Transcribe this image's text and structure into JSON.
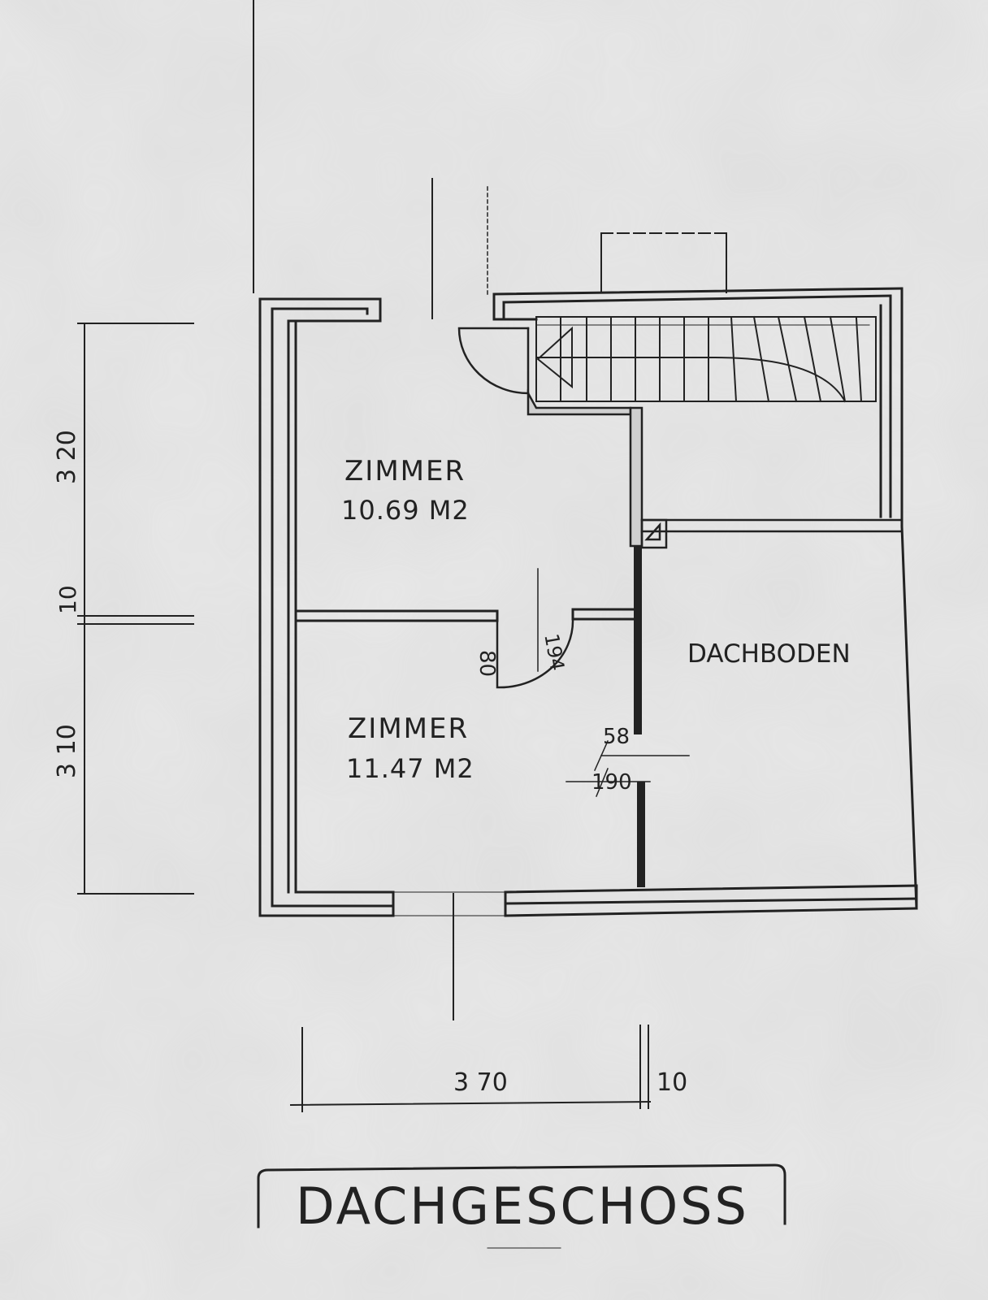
{
  "plan": {
    "title": "DACHGESCHOSS",
    "rooms": [
      {
        "name": "ZIMMER",
        "area": "10.69 M2"
      },
      {
        "name": "ZIMMER",
        "area": "11.47 M2"
      },
      {
        "name": "DACHBODEN"
      }
    ],
    "dimensions": {
      "left_upper": "3 20",
      "left_middle": "10",
      "left_lower": "3 10",
      "bottom_width": "3 70",
      "bottom_wall": "10",
      "door_width": "80",
      "door_height": "194",
      "opening_width": "58",
      "opening_height": "190"
    }
  },
  "colors": {
    "paper": "#e6e6e6",
    "ink": "#222222",
    "wall_fill": "#cfcfcf"
  }
}
